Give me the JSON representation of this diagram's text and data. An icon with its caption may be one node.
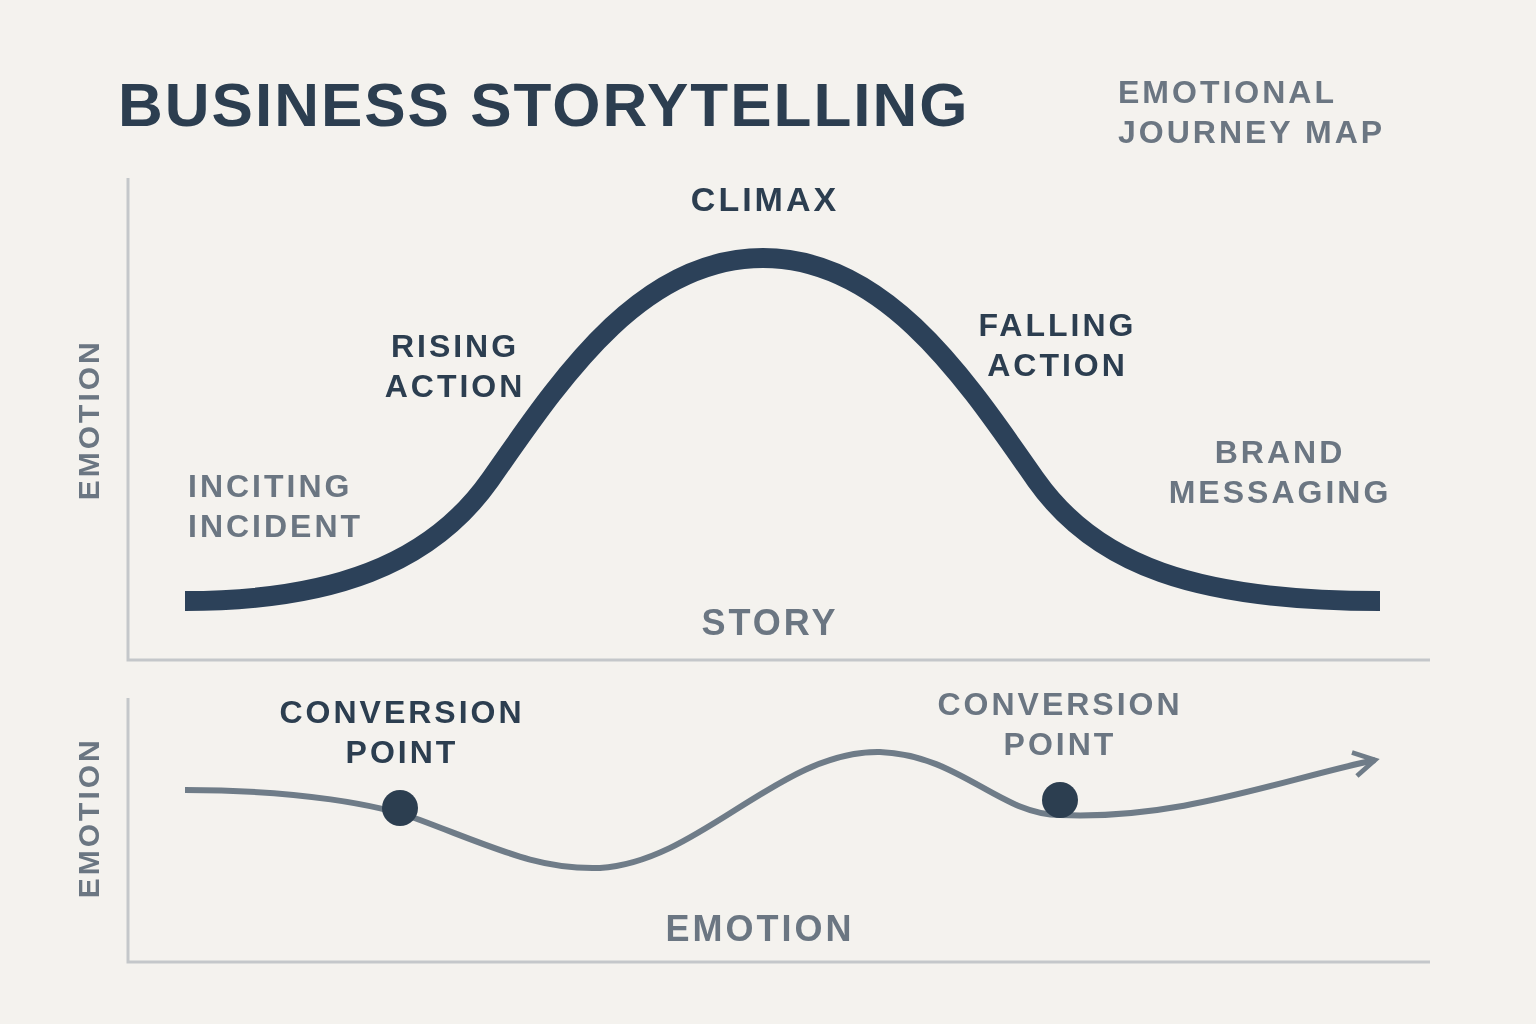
{
  "diagram": {
    "title": "BUSINESS STORYTELLING",
    "labels": [
      "EMOTIONAL JOURNEY MAP",
      "CLIMAX",
      "RISING ACTION",
      "FALLING ACTION",
      "EMOTION",
      "INCITING INCIDENT",
      "BRAND MESSAGING",
      "STORY",
      "CONVERSION POINT",
      "CONVERSION POINT",
      "EMOTION",
      "EMOTION"
    ]
  }
}
